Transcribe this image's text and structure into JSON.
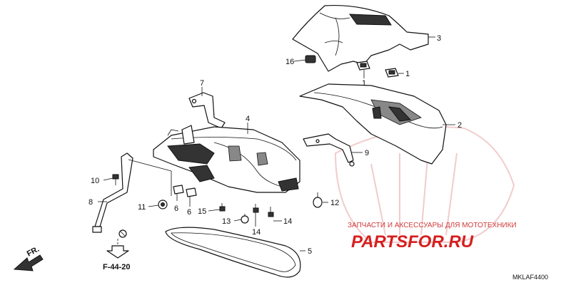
{
  "callouts": {
    "c1a": "1",
    "c1b": "1",
    "c2": "2",
    "c3": "3",
    "c4": "4",
    "c5": "5",
    "c6a": "6",
    "c6b": "6",
    "c7": "7",
    "c8": "8",
    "c9": "9",
    "c10": "10",
    "c11": "11",
    "c12": "12",
    "c13": "13",
    "c14a": "14",
    "c14b": "14",
    "c15": "15",
    "c16": "16"
  },
  "reference": {
    "label": "F-44-20"
  },
  "direction": {
    "label": "FR."
  },
  "diagram_code": "MKLAF4400",
  "watermark": {
    "caption": "ЗАПЧАСТИ И АКСЕССУАРЫ ДЛЯ МОТОТЕХНИКИ",
    "site": "PARTSFOR.RU"
  }
}
